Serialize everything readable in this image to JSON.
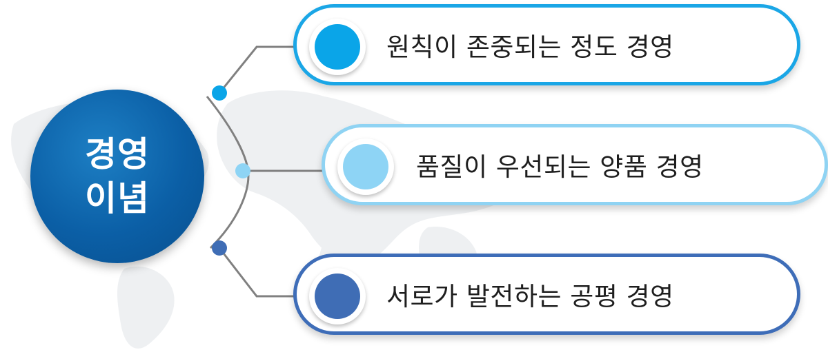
{
  "hub": {
    "line1": "경영",
    "line2": "이념"
  },
  "items": [
    {
      "label": "원칙이 존중되는 정도 경영",
      "color": "#0aa5e8"
    },
    {
      "label": "품질이 우선되는 양품 경영",
      "color": "#8ed4f5"
    },
    {
      "label": "서로가 발전하는 공평 경영",
      "color": "#3f6db5"
    }
  ],
  "colors": {
    "hub": "#0b5fa6",
    "connector": "#777777"
  }
}
